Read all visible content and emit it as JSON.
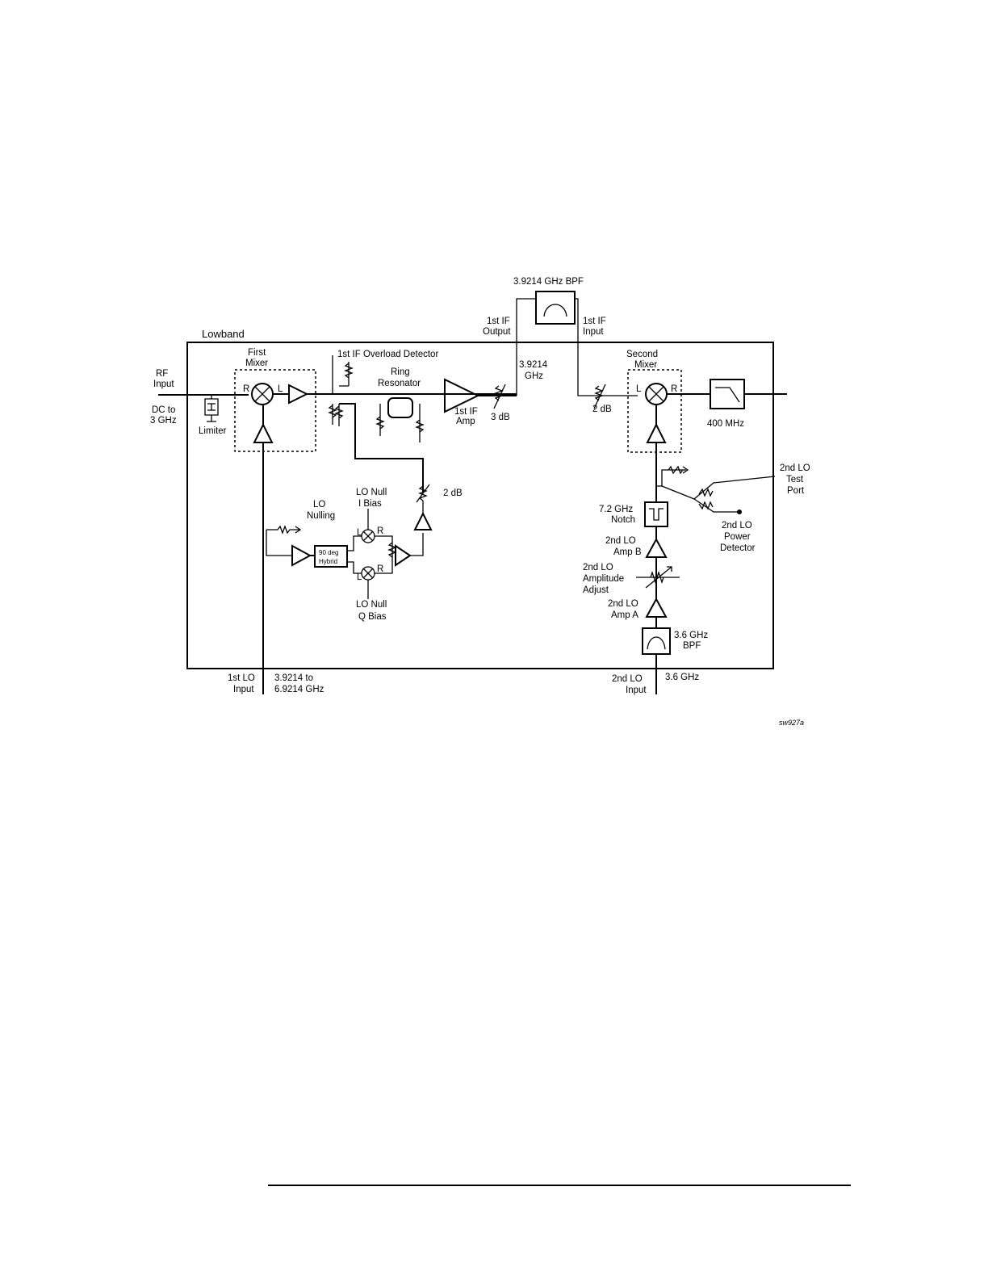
{
  "diagram": {
    "block_label": "Lowband",
    "bpf_top": "3.9214 GHz  BPF",
    "if1_output": [
      "1st IF",
      "Output"
    ],
    "if1_input": [
      "1st IF",
      "Input"
    ],
    "rf_input": [
      "RF",
      "Input"
    ],
    "rf_range": [
      "DC to",
      "3 GHz"
    ],
    "limiter": "Limiter",
    "first_mixer": [
      "First",
      "Mixer"
    ],
    "overload_detector": "1st IF Overload Detector",
    "ring_resonator": [
      "Ring",
      "Resonator"
    ],
    "if1_amp": [
      "1st IF",
      "Amp"
    ],
    "if_freq": [
      "3.9214",
      "GHz"
    ],
    "atten_3db": "3 dB",
    "atten_2db_a": "2 dB",
    "atten_2db_b": "2 dB",
    "second_mixer": [
      "Second",
      "Mixer"
    ],
    "lpf_400": "400 MHz",
    "lo_nulling": [
      "LO",
      "Nulling"
    ],
    "lo_null_i": [
      "LO  Null",
      "I Bias"
    ],
    "lo_null_q": [
      "LO Null",
      "Q Bias"
    ],
    "hybrid": [
      "90 deg",
      "Hybrid"
    ],
    "notch": [
      "7.2 GHz",
      "Notch"
    ],
    "lo2_test_port": [
      "2nd LO",
      "Test",
      "Port"
    ],
    "lo2_power_det": [
      "2nd LO",
      "Power",
      "Detector"
    ],
    "lo2_amp_b": [
      "2nd LO",
      "Amp B"
    ],
    "lo2_ampl_adj": [
      "2nd LO",
      "Amplitude",
      "Adjust"
    ],
    "lo2_amp_a": [
      "2nd LO",
      "Amp A"
    ],
    "bpf_36": [
      "3.6 GHz",
      "BPF"
    ],
    "lo1_input": [
      "1st LO",
      "Input"
    ],
    "lo1_range": [
      "3.9214 to",
      "6.9214 GHz"
    ],
    "lo2_input": [
      "2nd LO",
      "Input"
    ],
    "lo2_freq": "3.6 GHz",
    "port_L": "L",
    "port_R": "R",
    "figure_id": "sw927a"
  }
}
